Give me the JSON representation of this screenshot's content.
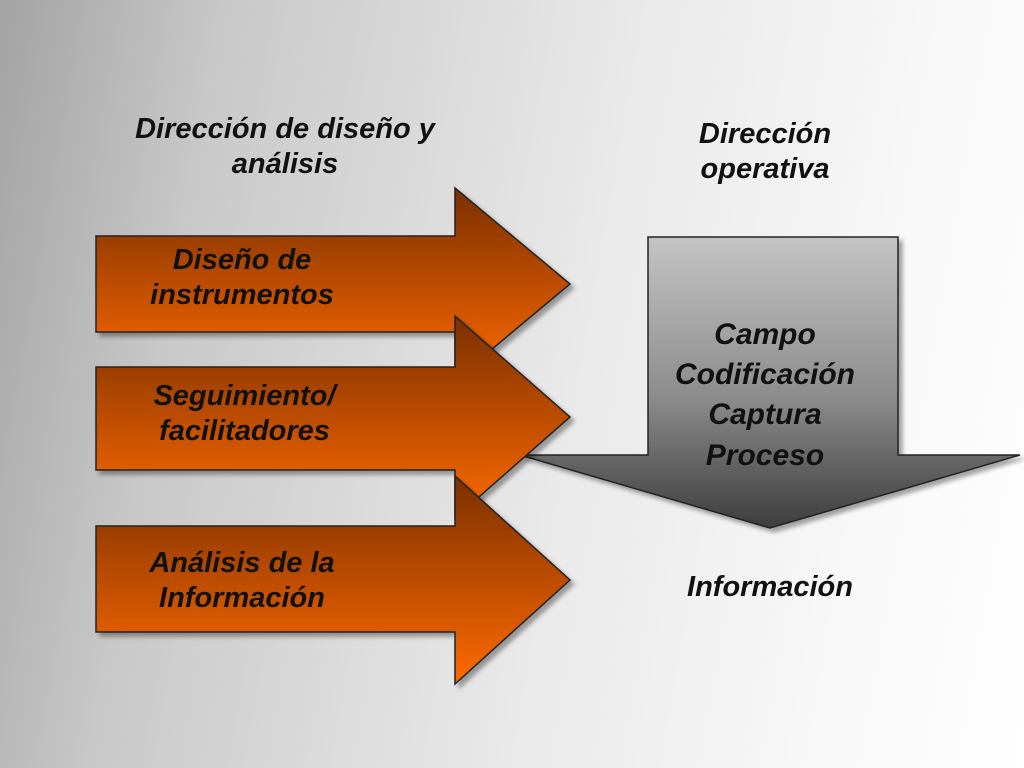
{
  "headings": {
    "left": "Dirección de diseño y análisis",
    "right": "Dirección operativa"
  },
  "arrows": [
    {
      "label": "Diseño  de instrumentos"
    },
    {
      "label": "Seguimiento/ facilitadores"
    },
    {
      "label": "Análisis de la Información"
    }
  ],
  "process_box": {
    "items": [
      "Campo",
      "Codificación",
      "Captura",
      "Proceso"
    ]
  },
  "output": {
    "label": "Información"
  },
  "colors": {
    "arrow_dark": "#7a2f05",
    "arrow_light": "#ff6a00",
    "box_light": "#c4c4c4",
    "box_dark": "#3d3d3d"
  }
}
